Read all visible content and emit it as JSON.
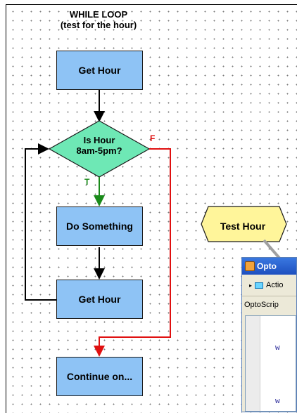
{
  "diagram": {
    "title": "WHILE LOOP\n(test for the hour)",
    "title_line1": "WHILE LOOP",
    "title_line2": "(test for the hour)",
    "blocks": {
      "get_hour_1": "Get Hour",
      "is_hour_line1": "Is Hour",
      "is_hour_line2": "8am-5pm?",
      "do_something": "Do Something",
      "get_hour_2": "Get Hour",
      "continue_on": "Continue on...",
      "test_hour": "Test Hour"
    },
    "branch_labels": {
      "true": "T",
      "false": "F"
    },
    "colors": {
      "action_block": "#8ec3f5",
      "condition_block": "#6ee8b5",
      "script_block": "#fff59a",
      "true_link": "#1a8a1a",
      "false_link": "#e01010",
      "link": "#000000"
    }
  },
  "window": {
    "title_fragment": "Opto",
    "row1_fragment": "Actio",
    "row2_fragment": "OptoScrip",
    "code_fragment1": "w",
    "code_fragment2": "w"
  }
}
